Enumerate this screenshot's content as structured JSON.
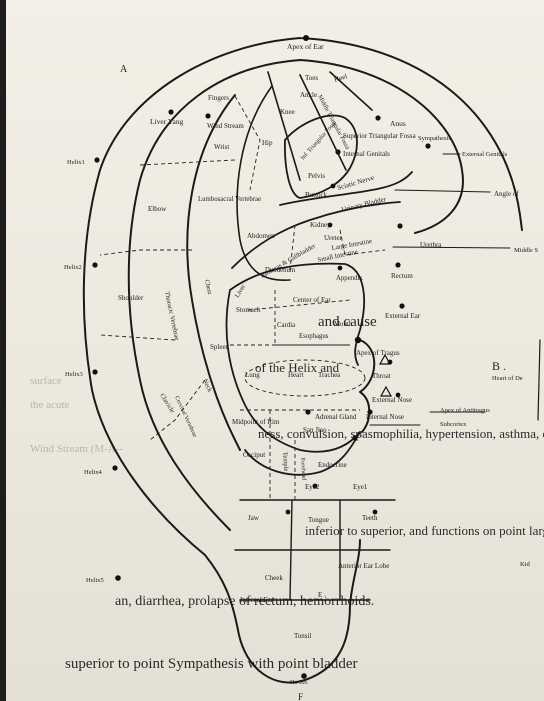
{
  "letters": {
    "a": "A",
    "b": "B ."
  },
  "labels": {
    "apex_of_ear": "Apex of Ear",
    "toes": "Toes",
    "heel": "Heel",
    "ankle": "Ankle",
    "anus": "Anus",
    "fingers": "Fingers",
    "knee": "Knee",
    "middle_triangular_fossa": "Middle Triangular Fossa",
    "superior_triangular_fossa": "Superior Triangular Fossa",
    "liver_yang": "Liver Yang",
    "wind_stream": "Wind Stream",
    "wrist": "Wrist",
    "hip": "Hip",
    "internal_genitals": "Internal Genitals",
    "sympathesis": "Sympathesis",
    "external_genitals": "External Genitals",
    "inf_triangular_fossa": "Inf. Triangular Fossa",
    "pelvis": "Pelvis",
    "buttock": "Buttock",
    "sciatic_nerve": "Sciatic Nerve",
    "angle_of": "Angle of",
    "helix1": "Helix1",
    "elbow": "Elbow",
    "lumbosacral_vertebrae": "Lumbosacral Vertebrae",
    "urinary_bladder": "Urinary Bladder",
    "kidney": "Kidney",
    "ureter": "Ureter",
    "large_intestine": "Large Intestine",
    "urethra": "Urethra",
    "middle_s": "Middle S",
    "abdomen": "Abdomen",
    "pancreas_gallbladder": "Pancreas & Gallbladder",
    "liver": "Liver",
    "duodenum": "Duodenum",
    "small_intestine": "Small Intestine",
    "appendix": "Appendix",
    "rectum": "Rectum",
    "helix2": "Helix2",
    "shoulder": "Shoulder",
    "thoracic_vertebrae": "Thoracic Vertebrae",
    "chest": "Chest",
    "stomach": "Stomach",
    "center_of_ear": "Center of Ear",
    "external_ear": "External Ear",
    "cardia": "Cardia",
    "mouth": "Mouth",
    "esophagus": "Esophagus",
    "spleen": "Spleen",
    "apex_of_tragus": "Apex of Tragus",
    "helix3": "Helix3",
    "lung": "Lung",
    "heart": "Heart",
    "trachea": "Trachea",
    "throat": "Throat",
    "heart_of_de": "Heart of De",
    "neck": "Neck",
    "cervical_vertebrae": "Cervical Vertebrae",
    "clavicle": "Clavicle",
    "external_nose": "External Nose",
    "internal_nose": "Internal Nose",
    "midpoint_of_rim": "Midpoint of Rim",
    "adrenal_gland": "Adrenal Gland",
    "apex_of_antitragus": "Apex of Antitragus",
    "helix4": "Helix4",
    "san_jiao": "San Jiao",
    "subcortex": "Subcortex",
    "occiput": "Occiput",
    "temple": "Temple",
    "forehead": "Forehead",
    "endocrine": "Endocrine",
    "eye2": "Eye2",
    "eye1": "Eye1",
    "jaw": "Jaw",
    "tongue": "Tongue",
    "teeth": "Teeth",
    "kid": "Kid",
    "helix5": "Helix5",
    "internal_ear": "Internal Ear",
    "cheek": "Cheek",
    "anterior_ear_lobe": "Anterior Ear Lobe",
    "e1": "E ₁",
    "tonsil": "Tonsil",
    "helix6": "He ix6",
    "fig": "F"
  },
  "background_text": {
    "line1": "and cause",
    "line2": "of the Helix and",
    "line3": "surface",
    "line4": "the acute",
    "line5": "ness, convulsion, spasmophilia, hypertension, asthma, epilepsis,",
    "line6": "Wind Stream (M-A--",
    "line7": "inferior to superior, and functions on point large inte",
    "line8": "an, diarrhea, prolapse of rectum, hemorrhoids.",
    "line9": "superior to point Sympathesis with point bladder"
  }
}
